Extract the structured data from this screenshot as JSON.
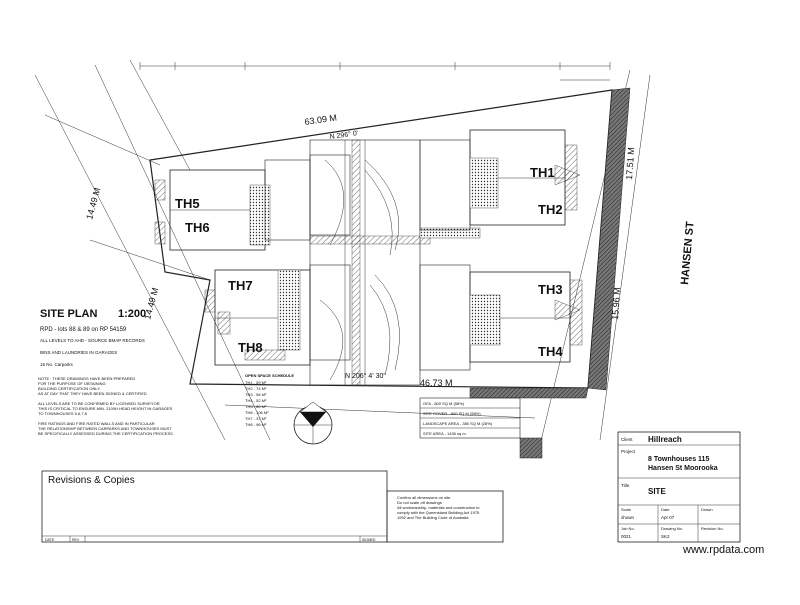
{
  "plan": {
    "title": "SITE PLAN",
    "scale": "1:200",
    "rpd": "RPD - lots 88 & 89 on RP 54159",
    "levels_note": "ALL LEVELS TO AHD - SOURCE BMAP RECORDS",
    "laundries_note": "BINS AND LAUNDRIES IN GARAGES",
    "carpark_note": "16 No. Carparks",
    "notes": [
      "NOTE : THESE DRAWINGS HAVE BEEN PREPARED",
      "FOR THE PURPOSE OF OBTAINING",
      "BUILDING CERTIFICATION ONLY.",
      "AS AT DAY THAT THEY HAVE BEEN SIGNED & CERTIFIED",
      "",
      "ALL LEVELS ARE TO BE CONFIRMED BY LICENSED SURVEYOR",
      "THIS IS CRITICAL TO ENSURE MIN. 2100H HEAD HEIGHT IN GARAGES",
      "TO TOWNHOUSES 5,6,7,8",
      "",
      "FIRE RATINGS AND FIRE RATED WALLS AND IN PARTICULAR",
      "THE RELATIONSHIP BETWEEN CARPARKS AND TOWNHOUSES MUST",
      "BE SPECIFICALLY ASSESSED DURING THE CERTIFICATION PROCESS"
    ]
  },
  "units": [
    "TH1",
    "TH2",
    "TH3",
    "TH4",
    "TH5",
    "TH6",
    "TH7",
    "TH8"
  ],
  "street": "HANSEN ST",
  "bearings": {
    "top": "63.09 M",
    "top_angle": "N 296° 0'",
    "bottom": "46.73 M",
    "bottom_angle": "N 206° 4' 30\"",
    "right_upper": "17.51 M",
    "right_lower": "15.96 M",
    "left_upper": "14.49 M",
    "left_lower": "14.49 M"
  },
  "schedule": {
    "title": "OPEN SPACE SCHEDULE",
    "rows": [
      "TH1 - 59 M²",
      "TH2 - 74 M²",
      "TH3 - 56 M²",
      "TH4 - 52 M²",
      "TH5 - 80 M²",
      "TH6 - 106 M²",
      "TH7 - 37 M²",
      "TH8 - 96 M²"
    ]
  },
  "site_stats": {
    "gfa": "GFA - 800 SQ M  (58%)",
    "cover": "SITE COVER - 800 SQ M (58%)",
    "landscape": "LANDSCAPE AREA - 380 SQ M  (28%)",
    "area": "SITE AREA - 1436 sq m"
  },
  "title_block": {
    "client_label": "Client",
    "client": "Hillreach",
    "project_label": "Project",
    "project_line1": "8 Townhouses 115",
    "project_line2": "Hansen St Moorooka",
    "title_label": "Title",
    "title": "SITE",
    "scale_label": "Scale",
    "scale": "shown",
    "date_label": "Date",
    "date": "Apr 07",
    "drawn_label": "Drawn",
    "job_label": "Job No.",
    "job": "0021",
    "drawing_label": "Drawing No.",
    "drawing": "SK2",
    "revision_label": "Revision No."
  },
  "revisions": {
    "title": "Revisions & Copies",
    "col_date": "DATE",
    "col_rev": "REV",
    "col_signed": "SIGNED"
  },
  "confirm_note": [
    "Confirm all dimensions on site",
    "Do not scale off drawings",
    "All workmanship, materials and construction to",
    "comply with the Queensland Building Act 1975",
    "1992 and The Building Code of Australia"
  ],
  "watermark": "www.rpdata.com"
}
